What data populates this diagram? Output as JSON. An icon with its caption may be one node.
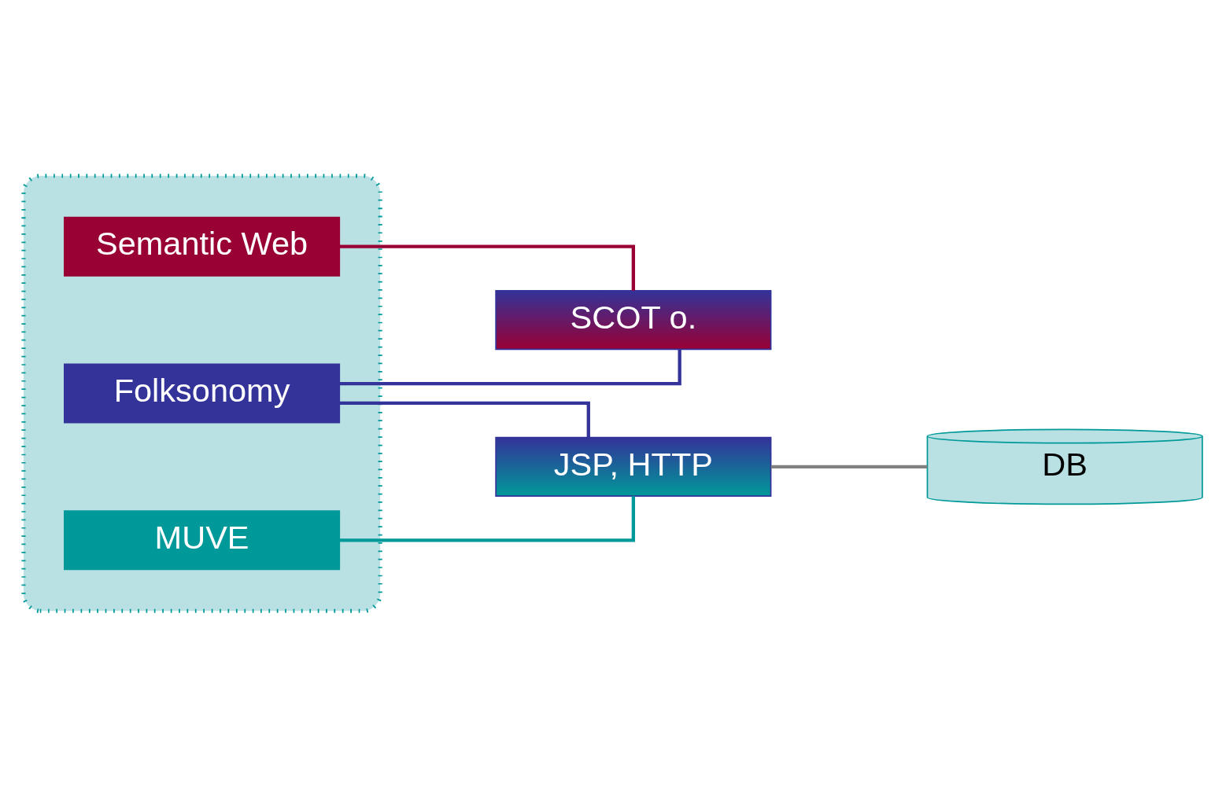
{
  "diagram": {
    "nodes": [
      {
        "text": [],
        "shape": "box"
      },
      {
        "text": [
          "Semantic Web"
        ],
        "in": 0
      },
      {
        "text": [
          "Folksonomy"
        ],
        "in": 0
      },
      {
        "text": [
          "MUVE"
        ],
        "in": 0
      },
      {
        "text": [
          "SCOT o."
        ]
      },
      {
        "text": [
          "JSP, HTTP"
        ]
      },
      {
        "text": [
          "DB"
        ]
      }
    ],
    "edges": [
      {
        "from": 1,
        "to": 4,
        "arrow": "none",
        "color": "#990033"
      },
      {
        "from": 2,
        "to": 4,
        "arrow": "none",
        "color": "#333399"
      },
      {
        "from": 2,
        "to": 5,
        "arrow": "none",
        "color": "#333399"
      },
      {
        "from": 3,
        "to": 5,
        "arrow": "none",
        "color": "#009999"
      },
      {
        "from": 5,
        "to": 6,
        "arrow": "none",
        "color": "#808080"
      }
    ]
  }
}
